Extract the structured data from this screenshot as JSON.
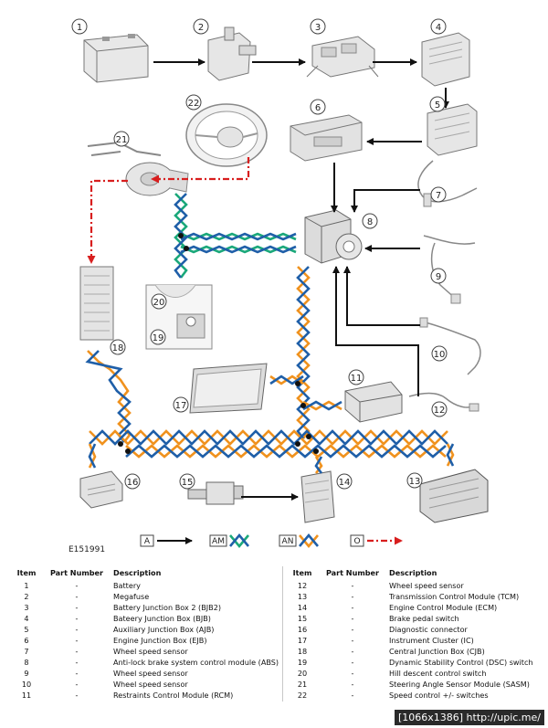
{
  "figure_id": "E151991",
  "callouts": [
    "1",
    "2",
    "3",
    "4",
    "5",
    "6",
    "7",
    "8",
    "9",
    "10",
    "11",
    "12",
    "13",
    "14",
    "15",
    "16",
    "17",
    "18",
    "19",
    "20",
    "21",
    "22"
  ],
  "legend": {
    "a": "A",
    "am": "AM",
    "an": "AN",
    "o": "O"
  },
  "colors": {
    "harness_am_green": "#1aa87a",
    "harness_am_blue": "#1f5fa8",
    "harness_an_orange": "#f0921e",
    "harness_an_blue": "#1f5fa8",
    "harness_o_red": "#d81e1e",
    "arrow_black": "#111111"
  },
  "table": {
    "headers": {
      "item": "Item",
      "part_number": "Part Number",
      "description": "Description"
    },
    "left": [
      {
        "item": "1",
        "part_number": "-",
        "description": "Battery"
      },
      {
        "item": "2",
        "part_number": "-",
        "description": "Megafuse"
      },
      {
        "item": "3",
        "part_number": "-",
        "description": "Battery Junction Box 2 (BJB2)"
      },
      {
        "item": "4",
        "part_number": "-",
        "description": "Bateery Junction Box (BJB)"
      },
      {
        "item": "5",
        "part_number": "-",
        "description": "Auxiliary Junction Box (AJB)"
      },
      {
        "item": "6",
        "part_number": "-",
        "description": "Engine Junction Box (EJB)"
      },
      {
        "item": "7",
        "part_number": "-",
        "description": "Wheel speed sensor"
      },
      {
        "item": "8",
        "part_number": "-",
        "description": "Anti-lock brake system control module (ABS)"
      },
      {
        "item": "9",
        "part_number": "-",
        "description": "Wheel speed sensor"
      },
      {
        "item": "10",
        "part_number": "-",
        "description": "Wheel speed sensor"
      },
      {
        "item": "11",
        "part_number": "-",
        "description": "Restraints Control Module (RCM)"
      }
    ],
    "right": [
      {
        "item": "12",
        "part_number": "-",
        "description": "Wheel speed sensor"
      },
      {
        "item": "13",
        "part_number": "-",
        "description": "Transmission Control Module (TCM)"
      },
      {
        "item": "14",
        "part_number": "-",
        "description": "Engine Control Module (ECM)"
      },
      {
        "item": "15",
        "part_number": "-",
        "description": "Brake pedal switch"
      },
      {
        "item": "16",
        "part_number": "-",
        "description": "Diagnostic connector"
      },
      {
        "item": "17",
        "part_number": "-",
        "description": "Instrument Cluster (IC)"
      },
      {
        "item": "18",
        "part_number": "-",
        "description": "Central Junction Box (CJB)"
      },
      {
        "item": "19",
        "part_number": "-",
        "description": "Dynamic Stability Control (DSC) switch"
      },
      {
        "item": "20",
        "part_number": "-",
        "description": "Hill descent control switch"
      },
      {
        "item": "21",
        "part_number": "-",
        "description": "Steering Angle Sensor Module (SASM)"
      },
      {
        "item": "22",
        "part_number": "-",
        "description": "Speed control +/- switches"
      }
    ]
  },
  "watermark": "[1066x1386] http://upic.me/"
}
